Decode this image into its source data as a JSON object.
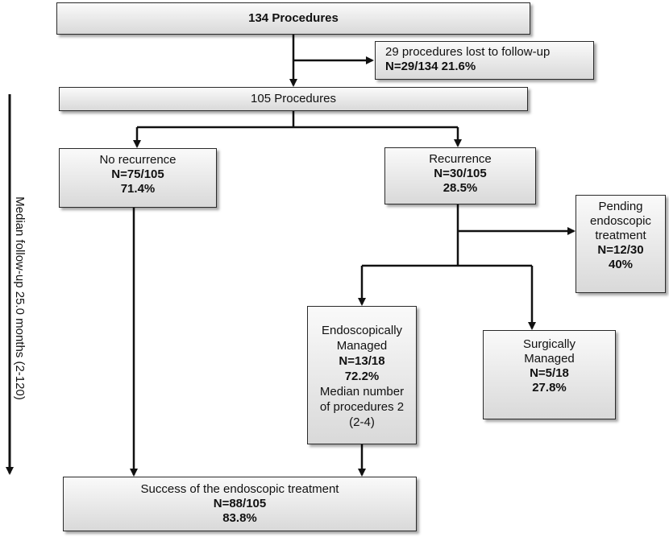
{
  "boxes": {
    "total": {
      "text": "134 Procedures"
    },
    "lost": {
      "line1": "29 procedures lost to follow-up",
      "line2": "N=29/134 21.6%"
    },
    "followed": {
      "text": "105 Procedures"
    },
    "no_recurrence": {
      "title": "No recurrence",
      "count": "N=75/105",
      "pct": "71.4%"
    },
    "recurrence": {
      "title": "Recurrence",
      "count": "N=30/105",
      "pct": "28.5%"
    },
    "pending": {
      "line1": "Pending",
      "line2": "endoscopic",
      "line3": "treatment",
      "count": "N=12/30",
      "pct": "40%"
    },
    "endoscopic": {
      "line1": "Endoscopically",
      "line2": "Managed",
      "count": "N=13/18",
      "pct": "72.2%",
      "line3": "Median number",
      "line4": "of procedures 2",
      "line5": "(2-4)"
    },
    "surgical": {
      "line1": "Surgically",
      "line2": "Managed",
      "count": "N=5/18",
      "pct": "27.8%"
    },
    "success": {
      "title": "Success of the endoscopic treatment",
      "count": "N=88/105",
      "pct": "83.8%"
    }
  },
  "side_label": "Median follow-up 25.0 months (2-120)"
}
